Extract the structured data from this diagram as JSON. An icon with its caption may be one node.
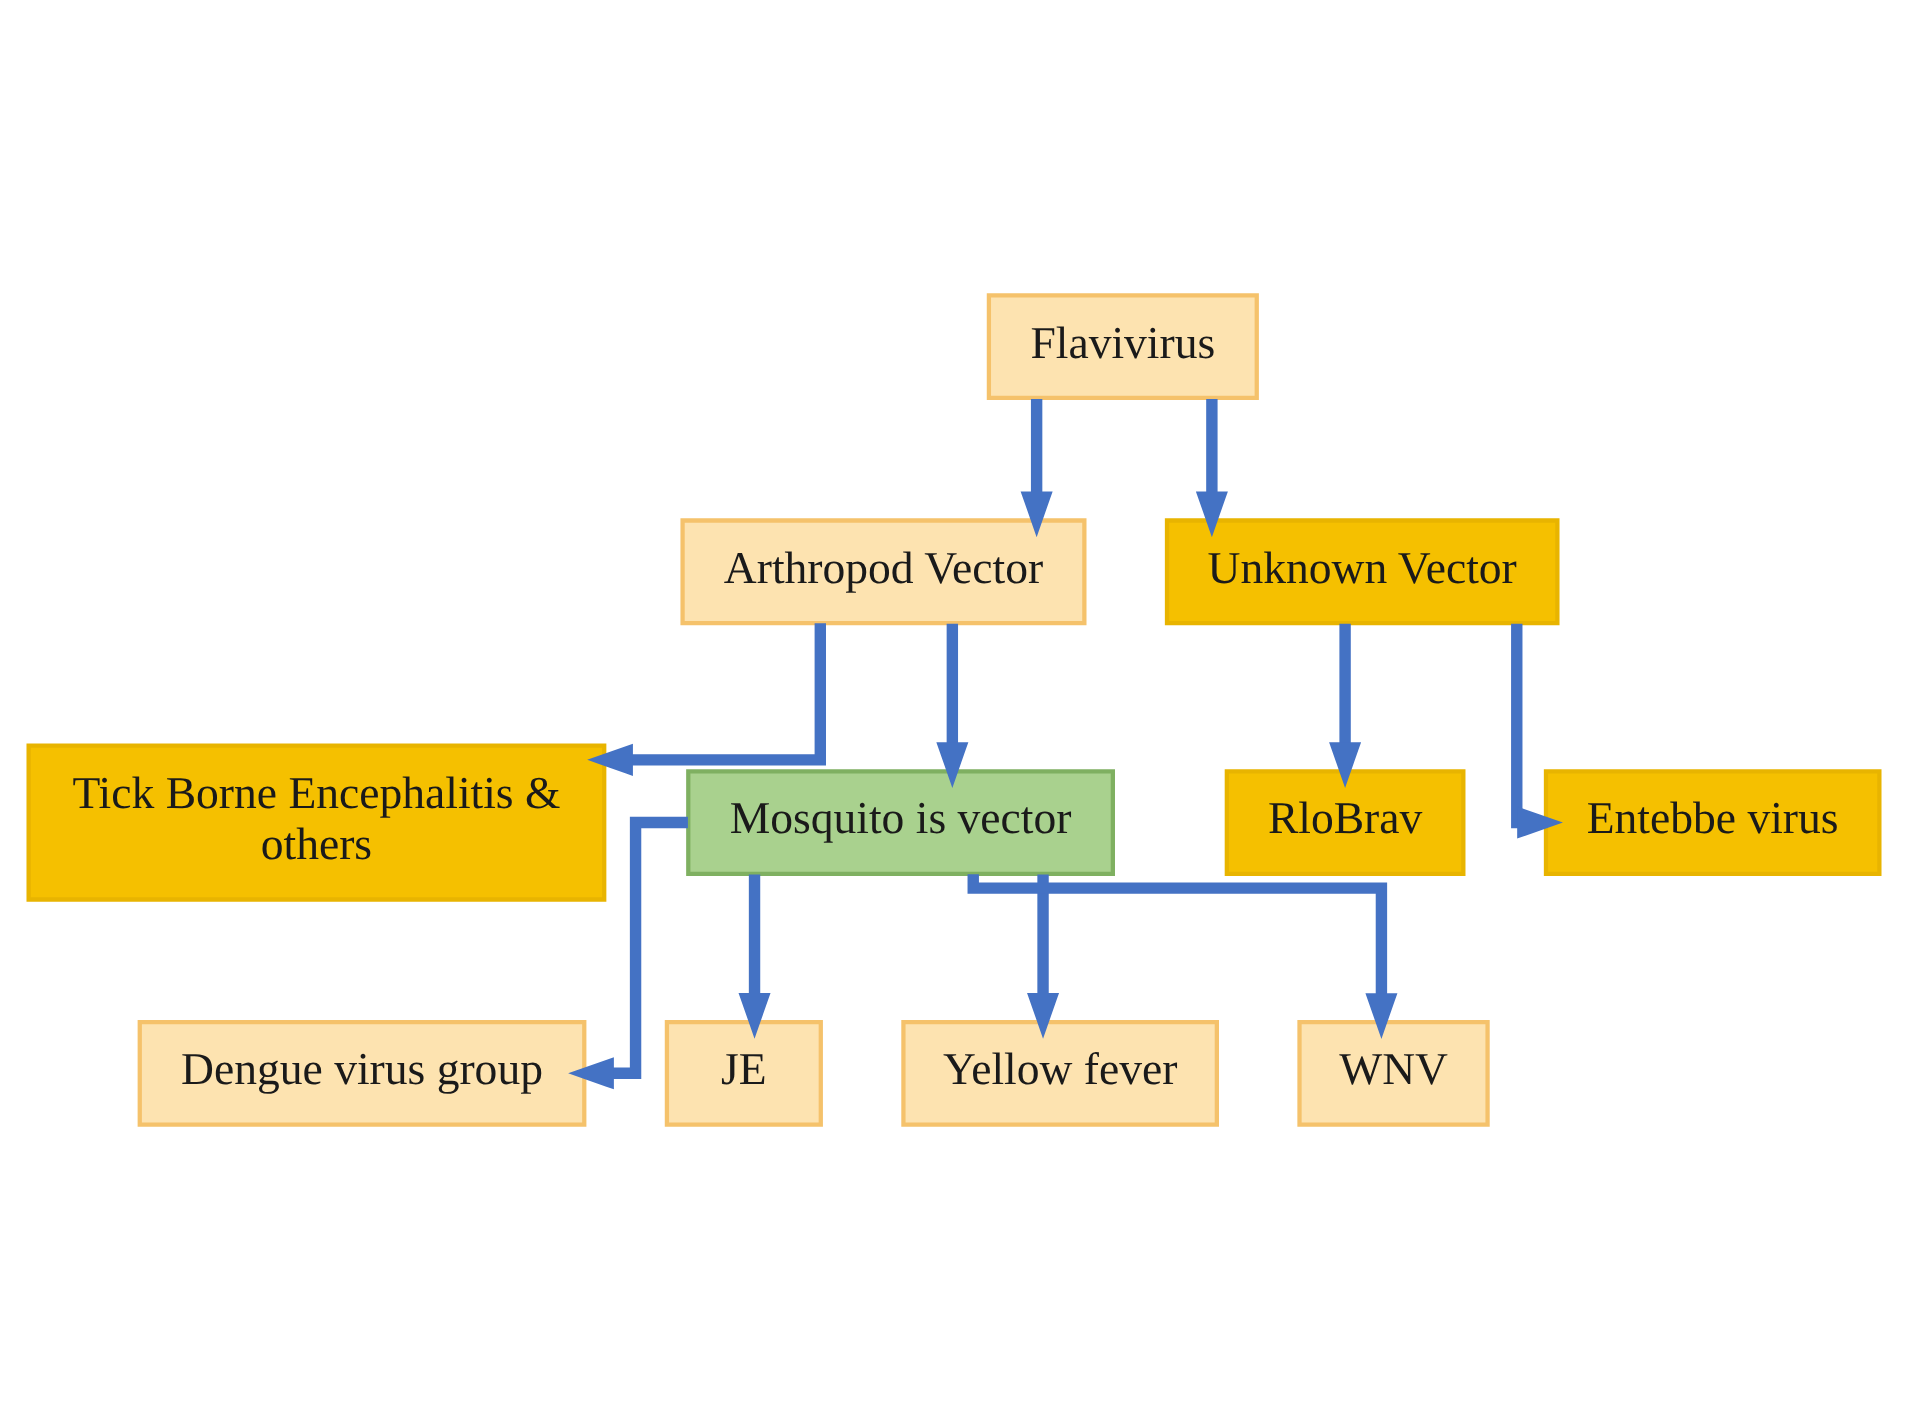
{
  "diagram": {
    "nodes": [
      {
        "text": [
          "Flavivirus"
        ]
      },
      {
        "text": [
          "Arthropod Vector"
        ]
      },
      {
        "text": [
          "Unknown Vector"
        ]
      },
      {
        "text": [
          "Tick Borne Encephalitis & others"
        ]
      },
      {
        "text": [
          "Mosquito is vector"
        ]
      },
      {
        "text": [
          "RloBrav"
        ]
      },
      {
        "text": [
          "Entebbe virus"
        ]
      },
      {
        "text": [
          "Dengue virus group"
        ]
      },
      {
        "text": [
          "JE"
        ]
      },
      {
        "text": [
          "Yellow fever"
        ]
      },
      {
        "text": [
          "WNV"
        ]
      }
    ],
    "edges": [
      {
        "from": 0,
        "to": 1,
        "arrow": "to"
      },
      {
        "from": 0,
        "to": 2,
        "arrow": "to"
      },
      {
        "from": 1,
        "to": 3,
        "arrow": "to"
      },
      {
        "from": 1,
        "to": 4,
        "arrow": "to"
      },
      {
        "from": 2,
        "to": 5,
        "arrow": "to"
      },
      {
        "from": 2,
        "to": 6,
        "arrow": "to"
      },
      {
        "from": 4,
        "to": 7,
        "arrow": "to"
      },
      {
        "from": 4,
        "to": 8,
        "arrow": "to"
      },
      {
        "from": 4,
        "to": 9,
        "arrow": "to"
      },
      {
        "from": 4,
        "to": 10,
        "arrow": "to"
      }
    ]
  }
}
